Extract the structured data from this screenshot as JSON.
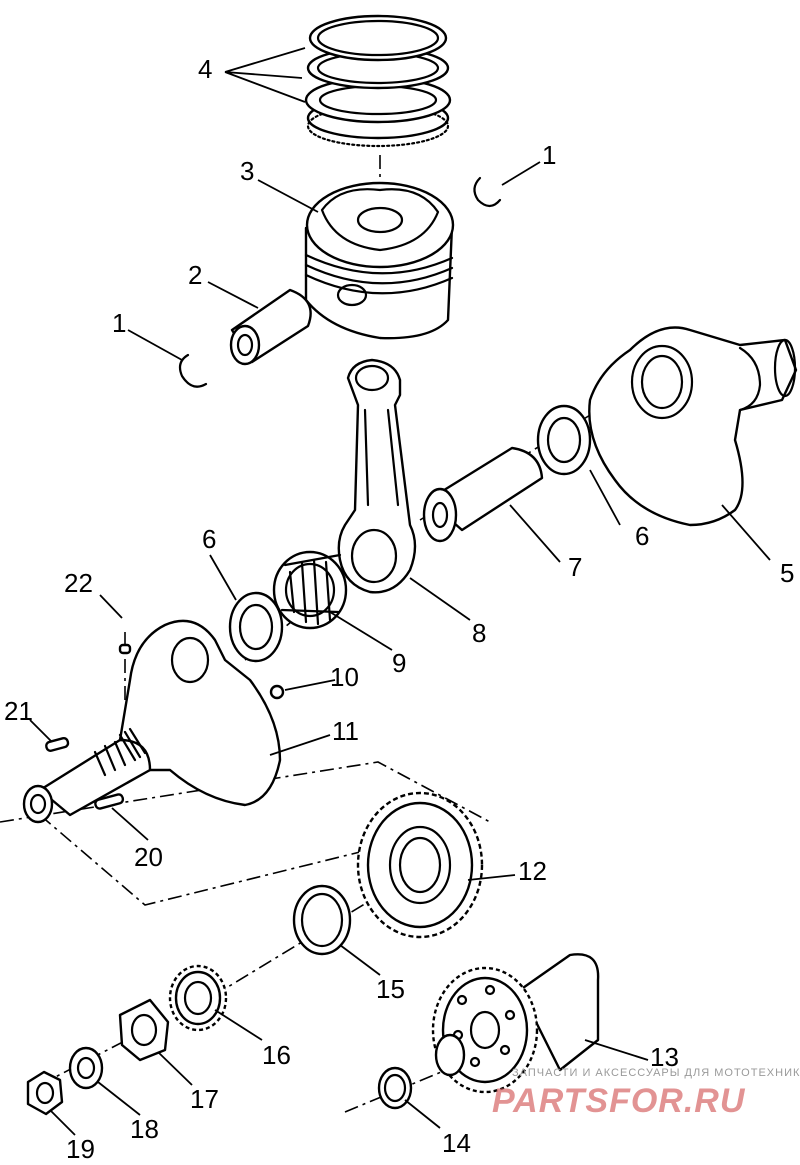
{
  "callouts": [
    {
      "id": "c1a",
      "text": "1"
    },
    {
      "id": "c1b",
      "text": "1"
    },
    {
      "id": "c2",
      "text": "2"
    },
    {
      "id": "c3",
      "text": "3"
    },
    {
      "id": "c4",
      "text": "4"
    },
    {
      "id": "c5",
      "text": "5"
    },
    {
      "id": "c6a",
      "text": "6"
    },
    {
      "id": "c6b",
      "text": "6"
    },
    {
      "id": "c7",
      "text": "7"
    },
    {
      "id": "c8",
      "text": "8"
    },
    {
      "id": "c9",
      "text": "9"
    },
    {
      "id": "c10",
      "text": "10"
    },
    {
      "id": "c11",
      "text": "11"
    },
    {
      "id": "c12",
      "text": "12"
    },
    {
      "id": "c13",
      "text": "13"
    },
    {
      "id": "c14",
      "text": "14"
    },
    {
      "id": "c15",
      "text": "15"
    },
    {
      "id": "c16",
      "text": "16"
    },
    {
      "id": "c17",
      "text": "17"
    },
    {
      "id": "c18",
      "text": "18"
    },
    {
      "id": "c19",
      "text": "19"
    },
    {
      "id": "c20",
      "text": "20"
    },
    {
      "id": "c21",
      "text": "21"
    },
    {
      "id": "c22",
      "text": "22"
    }
  ],
  "watermark": {
    "tagline": "ЗАПЧАСТИ И АКСЕССУАРЫ ДЛЯ МОТОТЕХНИКИ",
    "brand": "PARTSFOR.RU"
  }
}
